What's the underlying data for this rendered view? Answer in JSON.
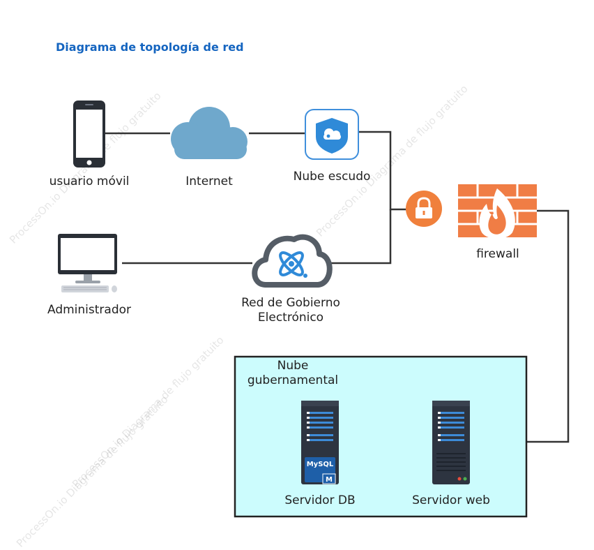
{
  "title": "Diagrama de topología de red",
  "nodes": {
    "mobile": "usuario móvil",
    "internet": "Internet",
    "shield_cloud": "Nube escudo",
    "firewall": "firewall",
    "admin": "Administrador",
    "egov": "Red de Gobierno Electrónico",
    "gov_cloud": "Nube gubernamental",
    "db_server": "Servidor DB",
    "web_server": "Servidor web"
  },
  "badges": {
    "mysql": "MySQL",
    "mysql_m": "M"
  },
  "watermark": "ProcessOn.io Diagrama de flujo gratuito",
  "colors": {
    "title": "#1565c0",
    "cloud": "#6fa8cc",
    "shield": "#2f8ad8",
    "lock": "#f0803c",
    "firewall": "#f07d45",
    "gov_cloud_fill": "#ccfcfd",
    "server": "#2d3440",
    "server_stripe": "#3d8bd8"
  }
}
